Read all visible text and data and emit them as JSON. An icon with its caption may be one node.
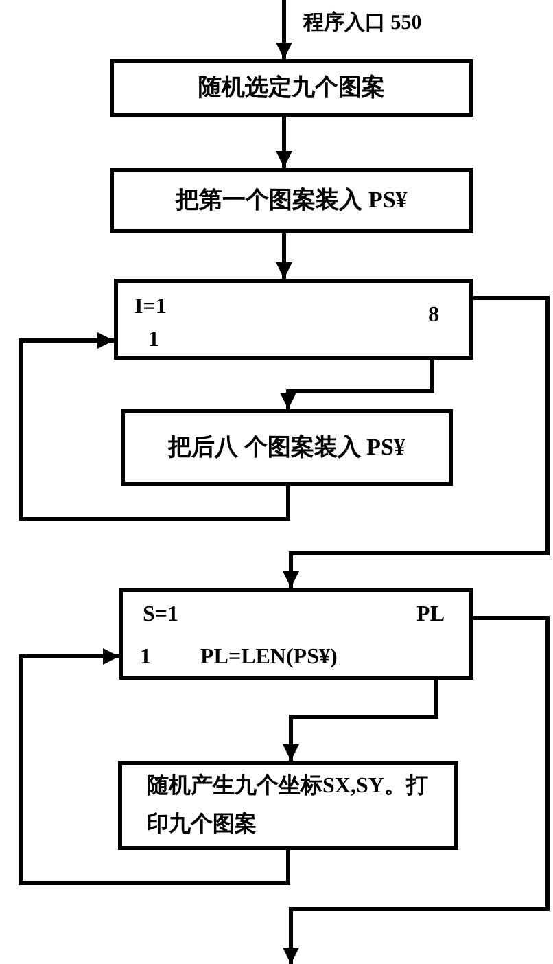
{
  "diagram": {
    "nodes": [
      {
        "text": [
          "随机选定九个图案"
        ]
      },
      {
        "text": [
          "把第一个图案装入 PS¥"
        ]
      },
      {
        "text": [
          "I=1",
          "8",
          "1"
        ]
      },
      {
        "text": [
          "把后八 个图案装入 PS¥"
        ]
      },
      {
        "text": [
          "S=1",
          "PL",
          "1",
          "PL=LEN(PS¥)"
        ]
      },
      {
        "text": [
          "随机产生九个坐标SX,SY。打印九个图案"
        ]
      }
    ],
    "edges": [
      {
        "from": null,
        "to": 0,
        "arrow": "to",
        "label": "程序入口 550"
      },
      {
        "from": 0,
        "to": 1,
        "arrow": "to"
      },
      {
        "from": 1,
        "to": 2,
        "arrow": "to"
      },
      {
        "from": 2,
        "to": 3,
        "arrow": "to"
      },
      {
        "from": 3,
        "to": 2,
        "arrow": "to"
      },
      {
        "from": 2,
        "to": 4,
        "arrow": "to"
      },
      {
        "from": 4,
        "to": 5,
        "arrow": "to"
      },
      {
        "from": 5,
        "to": 4,
        "arrow": "to"
      },
      {
        "from": 4,
        "to": null,
        "arrow": "to"
      }
    ]
  }
}
